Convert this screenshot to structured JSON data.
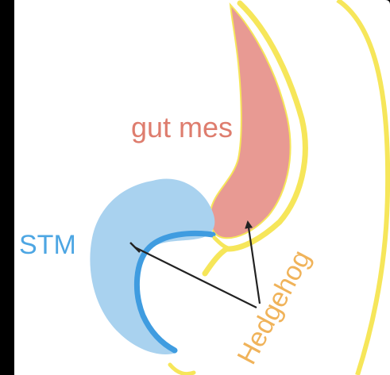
{
  "labels": {
    "gut_mes": "gut mes",
    "stm": "STM",
    "hedgehog": "Hedgehog"
  },
  "colors": {
    "frame": "#000000",
    "background": "#ffffff",
    "yellow_outline": "#f6e65a",
    "gut_mes_fill": "#e89a93",
    "gut_mes_text": "#de7d6e",
    "stm_fill": "#a9d2ef",
    "stm_edge": "#3f9ce0",
    "stm_text": "#4da6e3",
    "hedgehog_text": "#f0b35a",
    "arrow": "#222222"
  }
}
